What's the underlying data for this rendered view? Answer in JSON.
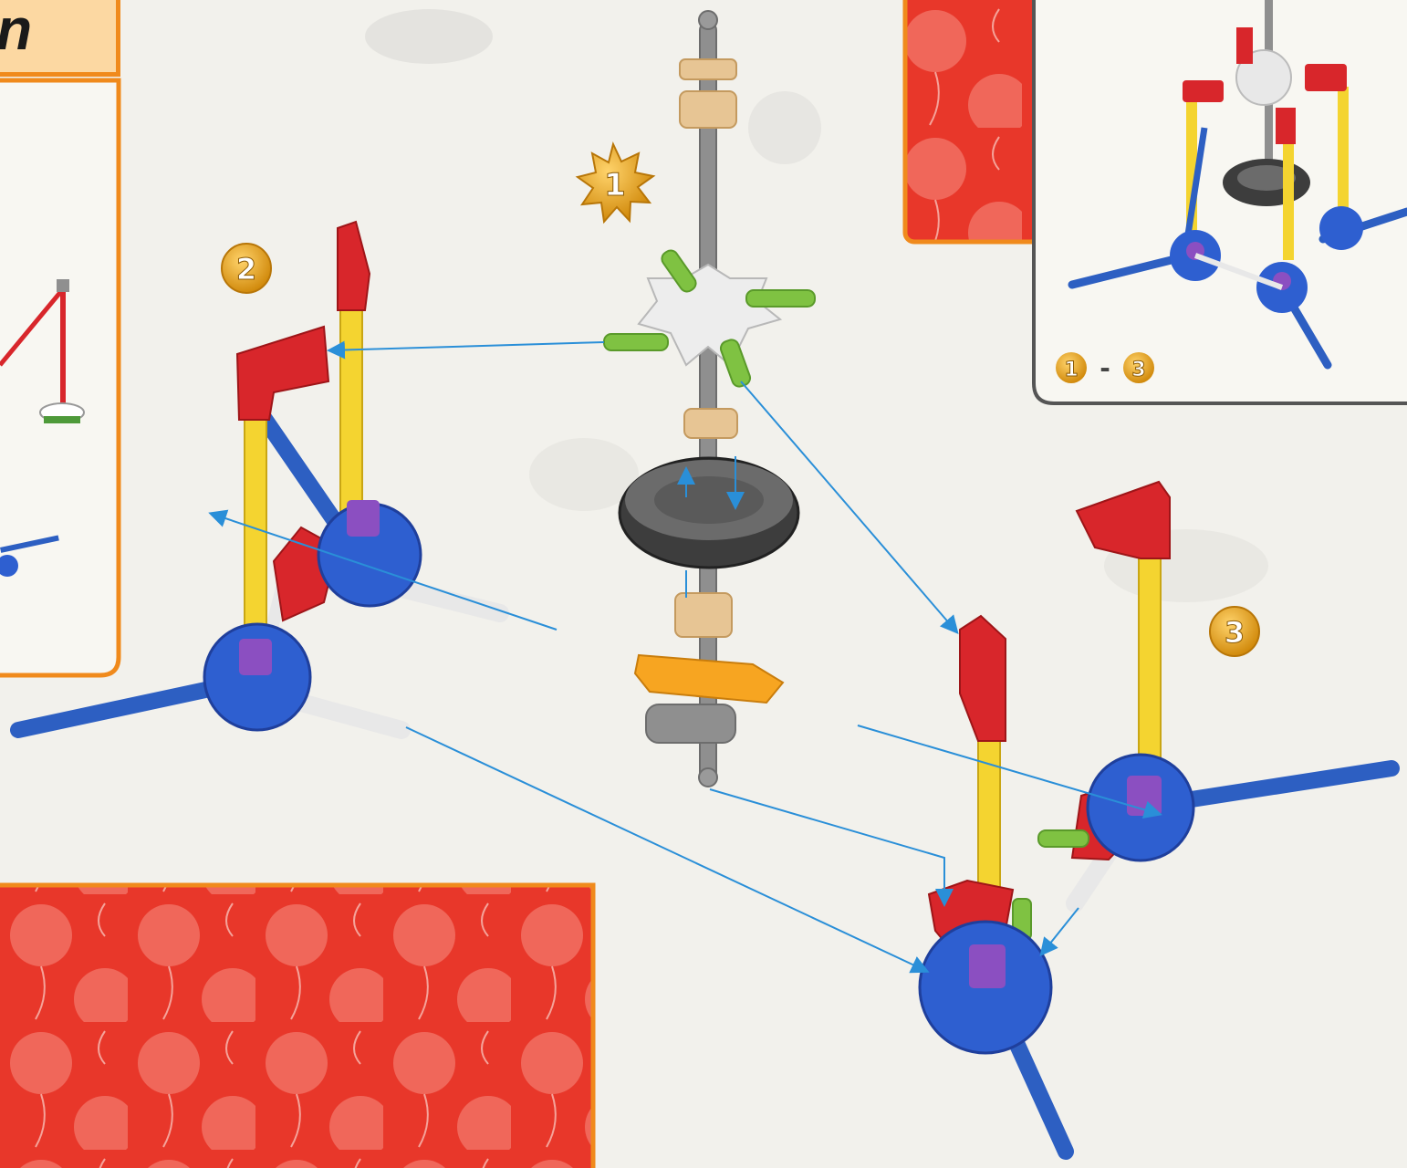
{
  "header": {
    "title_fragment": "n"
  },
  "steps": [
    {
      "id": "step-1",
      "label": "1"
    },
    {
      "id": "step-2",
      "label": "2"
    },
    {
      "id": "step-3",
      "label": "3"
    }
  ],
  "completed_preview": {
    "range_start": "1",
    "range_sep": "-",
    "range_end": "3"
  },
  "colors": {
    "connector_arrow": "#2a8fd8",
    "rod_yellow": "#f4d430",
    "rod_blue": "#2d5fc2",
    "rod_white": "#e8e8e8",
    "rod_gray": "#8f8f8f",
    "connector_red": "#d8262b",
    "connector_blue": "#2e5fd0",
    "connector_purple": "#8b4fc1",
    "connector_green": "#7fc242",
    "connector_orange": "#f7a521",
    "connector_tan": "#e7c594",
    "tire_dark": "#3d3d3d",
    "panel_red": "#e13b2a",
    "panel_orange_border": "#f08a1c",
    "step_badge_gold": "#e8a21a"
  },
  "icons": [
    "starburst-badge-icon",
    "circle-badge-icon",
    "arrow-icon"
  ]
}
